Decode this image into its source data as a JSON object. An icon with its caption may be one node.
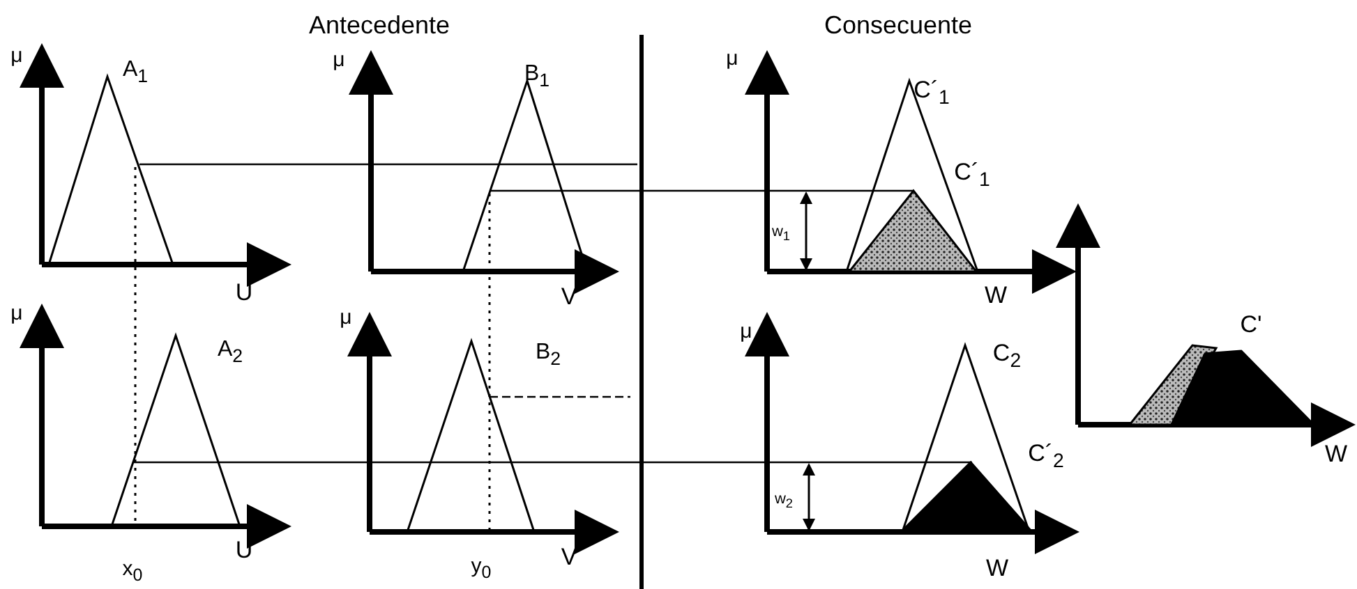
{
  "diagram": {
    "labels": [
      "Antecedente",
      "Consecuente",
      "μ",
      "A$_{1}$",
      "μ",
      "B$_{1}$",
      "μ",
      "C´$_{1}$",
      "C´$_{1}$",
      "w$_{1}$",
      "U",
      "V",
      "W",
      "μ",
      "A$_{2}$",
      "μ",
      "B$_{2}$",
      "μ",
      "C$_{2}$",
      "C'",
      "W",
      "C´$_{2}$",
      "w$_{2}$",
      "U",
      "x$_{0}$",
      "y$_{0}$",
      "V",
      "W"
    ]
  }
}
